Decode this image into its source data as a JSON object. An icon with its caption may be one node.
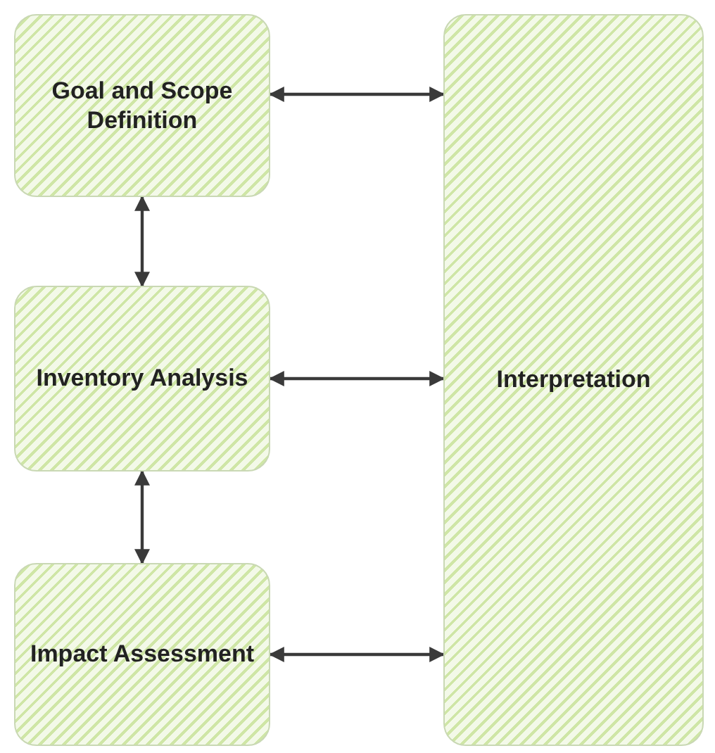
{
  "diagram": {
    "nodes": [
      {
        "text": [
          "Goal and Scope Definition"
        ]
      },
      {
        "text": [
          "Inventory Analysis"
        ]
      },
      {
        "text": [
          "Impact Assessment"
        ]
      },
      {
        "text": [
          "Interpretation"
        ]
      }
    ],
    "edges": [
      {
        "from": 0,
        "to": 3,
        "arrow": "both"
      },
      {
        "from": 0,
        "to": 1,
        "arrow": "both"
      },
      {
        "from": 1,
        "to": 3,
        "arrow": "both"
      },
      {
        "from": 1,
        "to": 2,
        "arrow": "both"
      },
      {
        "from": 2,
        "to": 3,
        "arrow": "both"
      }
    ]
  }
}
